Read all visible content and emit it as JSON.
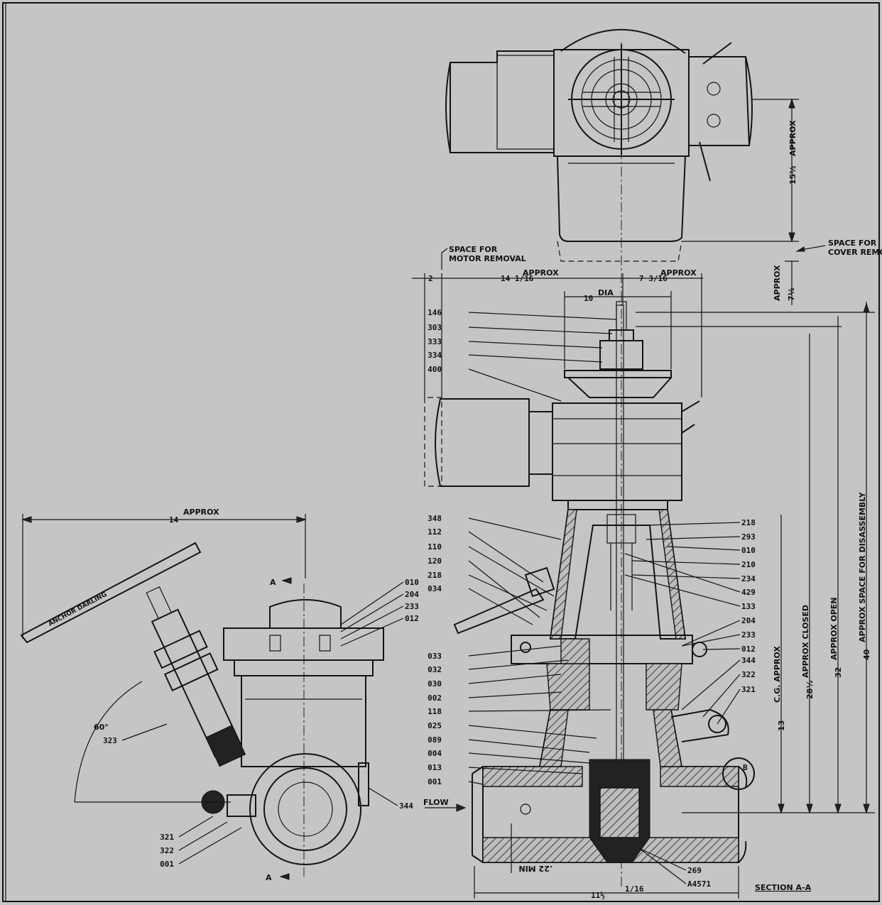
{
  "top_view": {
    "dim_height": "15½",
    "dim_height_suffix": "APPROX",
    "space_cover_line1": "SPACE FOR",
    "space_cover_line2": "COVER REMO",
    "dim_cover": "7½",
    "dim_cover_suffix": "APPROX"
  },
  "front_view": {
    "space_motor_line1": "SPACE FOR",
    "space_motor_line2": "MOTOR REMOVAL",
    "dim_left_gap": "2",
    "dim_left_width": "14 1/16",
    "dim_left_width_suffix": "APPROX",
    "dim_right_width": "7 3/16",
    "dim_right_width_suffix": "APPROX",
    "dim_dia": "10",
    "dim_dia_suffix": "DIA",
    "dim_cg": "13",
    "dim_cg_suffix": "C.G. APPROX",
    "dim_closed": "28½",
    "dim_closed_suffix": "APPROX CLOSED",
    "dim_open": "32",
    "dim_open_suffix": "APPROX OPEN",
    "dim_disassembly": "40",
    "dim_disassembly_suffix": "APPROX SPACE FOR DISASSEMBLY",
    "dim_bottom": "11½",
    "dim_bottom_frac": "1/16",
    "dim_min": ".22 MIN",
    "flow_label": "FLOW",
    "section_label": "SECTION A-A",
    "point_b": "B",
    "left_callouts": [
      "146",
      "303",
      "333",
      "334",
      "400",
      "348",
      "112",
      "110",
      "120",
      "218",
      "034",
      "033",
      "032",
      "030",
      "002",
      "118",
      "025",
      "089",
      "004",
      "013",
      "001"
    ],
    "right_callouts": [
      "218",
      "293",
      "010",
      "210",
      "234",
      "429",
      "133",
      "204",
      "233",
      "012",
      "344",
      "322",
      "321"
    ],
    "bottom_callouts": [
      "269",
      "A4571"
    ]
  },
  "side_view": {
    "dim_width": "14",
    "dim_width_suffix": "APPROX",
    "angle": "60°",
    "section_a_top": "A",
    "section_a_bottom": "A",
    "handwheel_text": "ANCHOR DARLING",
    "callouts_right": [
      "010",
      "204",
      "233",
      "012"
    ],
    "callout_323": "323",
    "callout_344": "344",
    "callouts_bottom": [
      "321",
      "322",
      "001"
    ]
  }
}
